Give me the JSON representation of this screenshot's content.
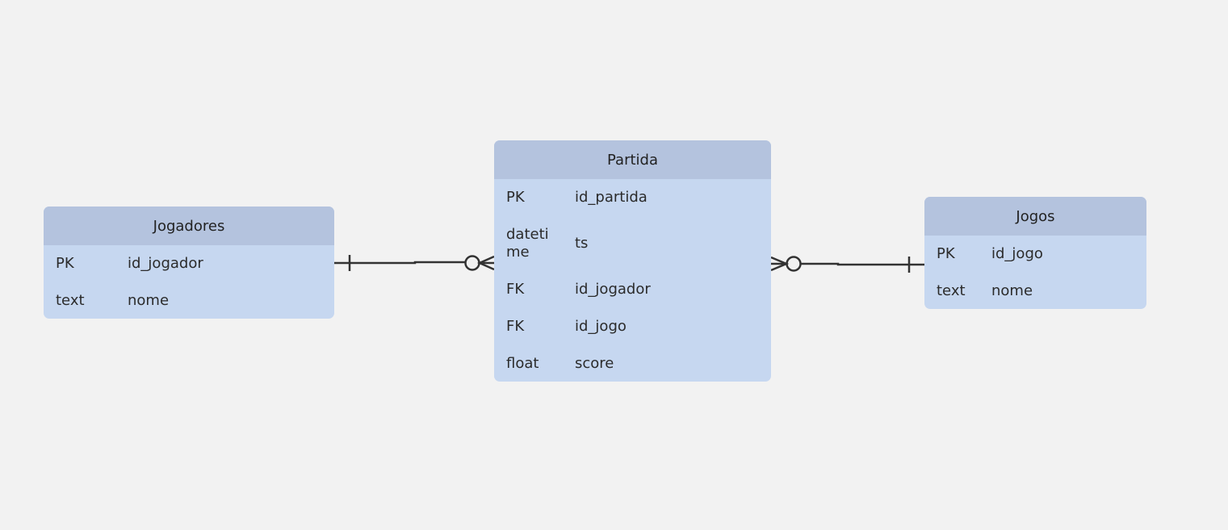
{
  "entities": {
    "jogadores": {
      "title": "Jogadores",
      "fields": [
        {
          "type": "PK",
          "name": "id_jogador"
        },
        {
          "type": "text",
          "name": "nome"
        }
      ]
    },
    "partida": {
      "title": "Partida",
      "fields": [
        {
          "type": "PK",
          "name": "id_partida"
        },
        {
          "type": "datetime",
          "name": "ts"
        },
        {
          "type": "FK",
          "name": "id_jogador"
        },
        {
          "type": "FK",
          "name": "id_jogo"
        },
        {
          "type": "float",
          "name": "score"
        }
      ]
    },
    "jogos": {
      "title": "Jogos",
      "fields": [
        {
          "type": "PK",
          "name": "id_jogo"
        },
        {
          "type": "text",
          "name": "nome"
        }
      ]
    }
  },
  "relationships": [
    {
      "from": "Jogadores",
      "to": "Partida",
      "from_cardinality": "one",
      "to_cardinality": "zero-or-many"
    },
    {
      "from": "Jogos",
      "to": "Partida",
      "from_cardinality": "one",
      "to_cardinality": "zero-or-many"
    }
  ],
  "colors": {
    "background": "#f2f2f2",
    "header": "#b4c3de",
    "body": "#c6d7f0",
    "line": "#333333"
  }
}
